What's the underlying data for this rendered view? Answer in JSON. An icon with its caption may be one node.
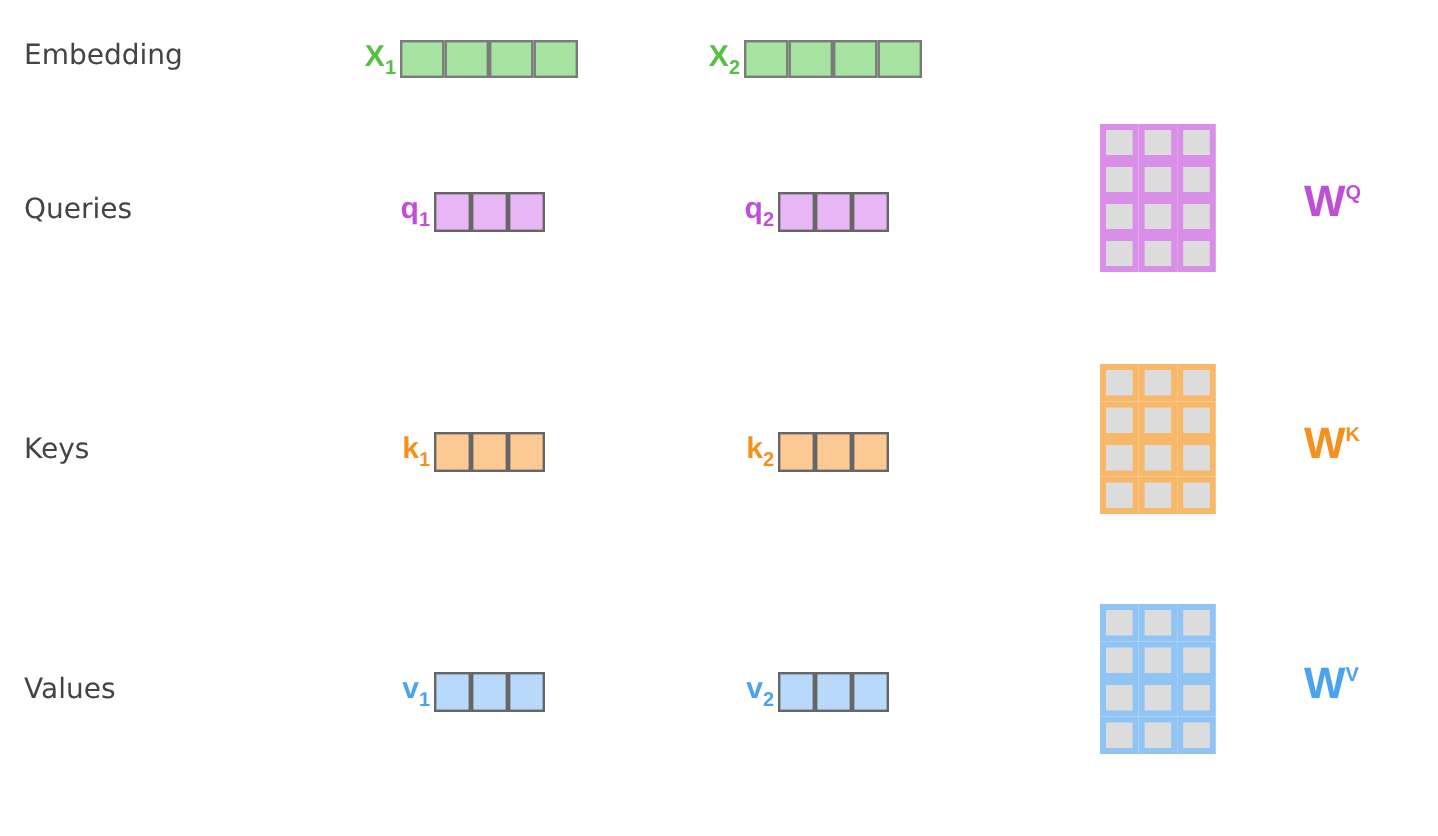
{
  "diagram": {
    "nodes": [
      {
        "text": [],
        "shape": "bar",
        "beside": [
          "X$_{1}$"
        ]
      },
      {
        "text": [],
        "shape": "bar",
        "beside": [
          "X$_{2}$"
        ]
      },
      {
        "text": [],
        "shape": "box",
        "beside": [
          "W$^{Q}$"
        ]
      },
      {
        "text": [],
        "shape": "bar",
        "beside": [
          "q$_{1}$"
        ]
      },
      {
        "text": [],
        "shape": "bar",
        "beside": [
          "q$_{2}$"
        ]
      },
      {
        "text": [],
        "shape": "box",
        "beside": [
          "W$^{K}$"
        ]
      },
      {
        "text": [],
        "shape": "bar",
        "beside": [
          "k$_{1}$"
        ]
      },
      {
        "text": [],
        "shape": "bar",
        "beside": [
          "k$_{2}$"
        ]
      },
      {
        "text": [],
        "shape": "box",
        "beside": [
          "W$^{V}$"
        ]
      },
      {
        "text": [],
        "shape": "bar",
        "beside": [
          "v$_{1}$"
        ]
      },
      {
        "text": [],
        "shape": "bar",
        "beside": [
          "v$_{2}$"
        ]
      }
    ],
    "labels": [
      "Embedding",
      "Queries",
      "Keys",
      "Values"
    ]
  }
}
